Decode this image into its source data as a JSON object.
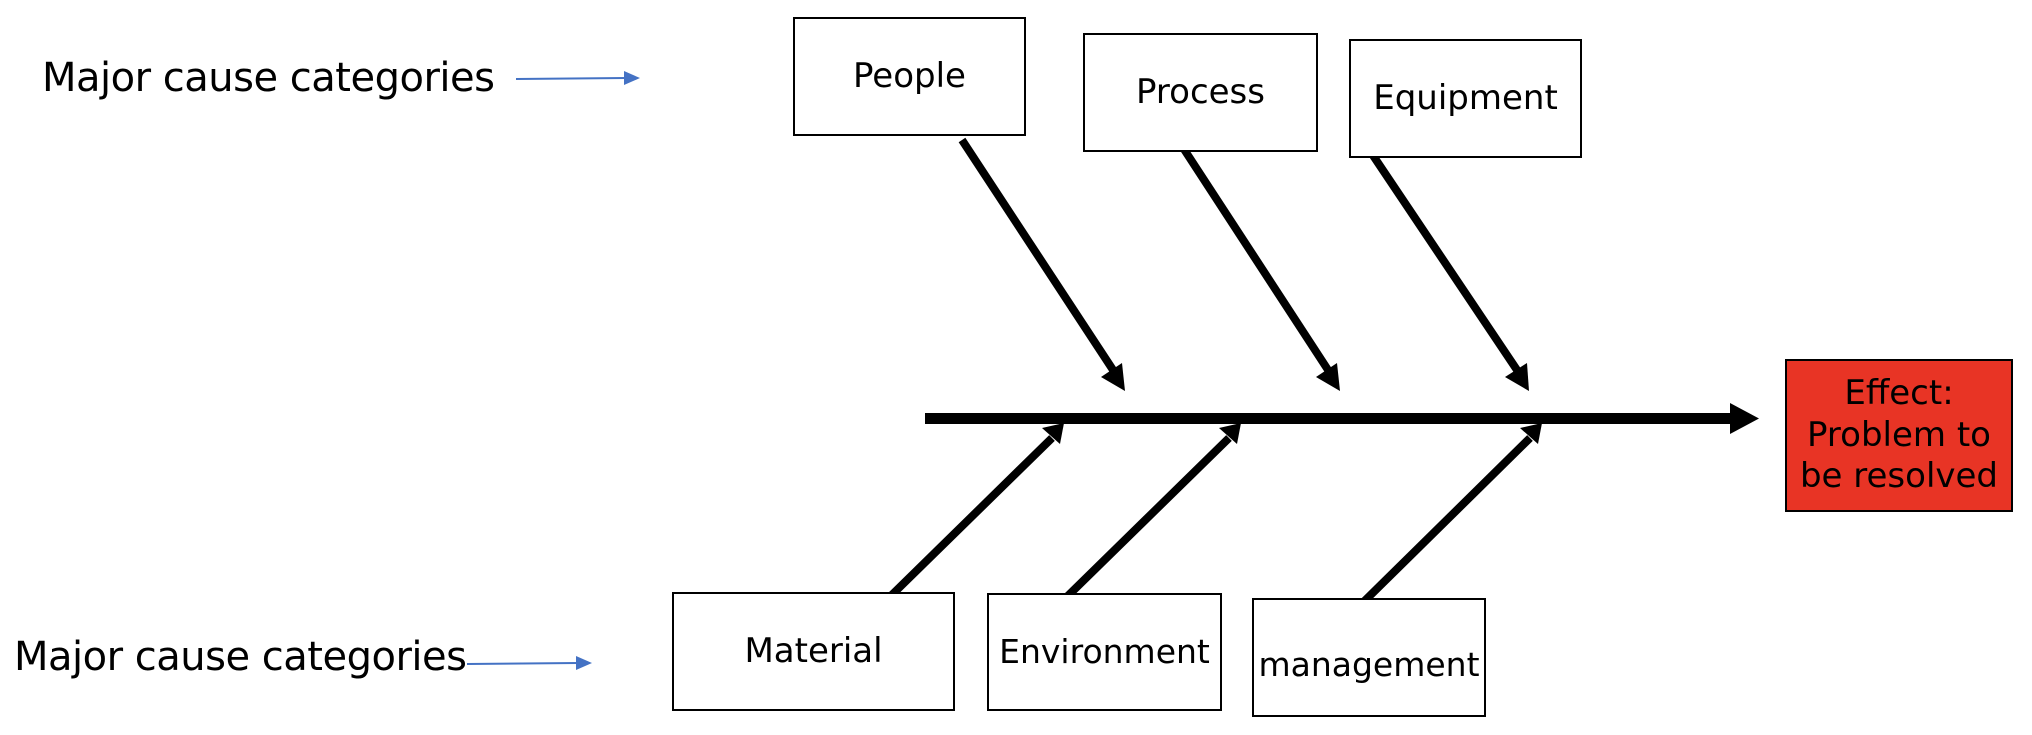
{
  "diagram": {
    "type": "fishbone (Ishikawa) cause-and-effect diagram",
    "side_labels": [
      {
        "id": "top",
        "text": "Major cause categories"
      },
      {
        "id": "bottom",
        "text": "Major cause categories"
      }
    ],
    "top_categories": [
      {
        "label": "People"
      },
      {
        "label": "Process"
      },
      {
        "label": "Equipment"
      }
    ],
    "bottom_categories": [
      {
        "label": "Material"
      },
      {
        "label": "Environment"
      },
      {
        "label": "management"
      }
    ],
    "effect": {
      "lines": [
        "Effect:",
        "Problem to",
        "be resolved"
      ],
      "fill_color": "#E83425"
    },
    "colors": {
      "pointer_arrow": "#4472C4",
      "bones": "#000000"
    }
  }
}
